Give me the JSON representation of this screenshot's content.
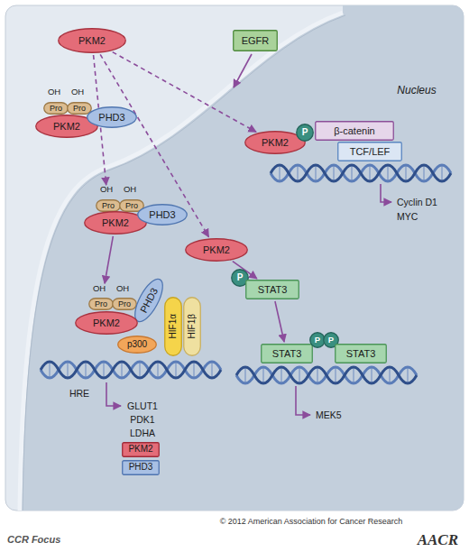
{
  "diagram": {
    "nodes": [
      {
        "text": [
          "PKM2"
        ]
      },
      {
        "text": [
          "EGFR"
        ]
      },
      {
        "text": [
          "Pro"
        ]
      },
      {
        "text": [
          "Pro"
        ]
      },
      {
        "text": [
          "PKM2"
        ]
      },
      {
        "text": [
          "PHD3"
        ]
      },
      {
        "text": [
          "PKM2"
        ]
      },
      {
        "text": [
          "P"
        ]
      },
      {
        "text": [
          "β-catenin"
        ]
      },
      {
        "text": [
          "TCF/LEF"
        ]
      },
      {
        "text": [
          "Pro"
        ]
      },
      {
        "text": [
          "Pro"
        ]
      },
      {
        "text": [
          "PKM2"
        ]
      },
      {
        "text": [
          "PHD3"
        ]
      },
      {
        "text": [
          "PKM2"
        ]
      },
      {
        "text": [
          "P"
        ]
      },
      {
        "text": [
          "STAT3"
        ]
      },
      {
        "text": [
          "Pro"
        ]
      },
      {
        "text": [
          "Pro"
        ]
      },
      {
        "text": [
          "PHD3"
        ]
      },
      {
        "text": [
          "PKM2"
        ]
      },
      {
        "text": [
          "p300"
        ]
      },
      {
        "text": [
          "HIF1α"
        ]
      },
      {
        "text": [
          "HIF1β"
        ]
      },
      {
        "text": [
          "STAT3"
        ]
      },
      {
        "text": [
          "P"
        ]
      },
      {
        "text": [
          "P"
        ]
      },
      {
        "text": [
          "STAT3"
        ]
      },
      {
        "text": [
          "PKM2"
        ]
      },
      {
        "text": [
          "PHD3"
        ]
      }
    ],
    "edges": [
      {
        "from": 0,
        "to": 10,
        "arrow": "to"
      },
      {
        "from": 0,
        "to": 14,
        "arrow": "to"
      },
      {
        "from": 0,
        "to": 6,
        "arrow": "to"
      },
      {
        "from": 12,
        "to": 17,
        "arrow": "to"
      },
      {
        "from": 14,
        "to": 16,
        "arrow": "to"
      },
      {
        "from": 16,
        "to": 24,
        "arrow": "to"
      }
    ],
    "labels": [
      "OH",
      "OH",
      "Nucleus",
      "Cyclin D1",
      "MYC",
      "OH",
      "OH",
      "OH",
      "OH",
      "MEK5",
      "HRE",
      "GLUT1",
      "PDK1",
      "LDHA",
      "© 2012 American Association for Cancer Research",
      "CCR Focus",
      "AACR"
    ]
  }
}
